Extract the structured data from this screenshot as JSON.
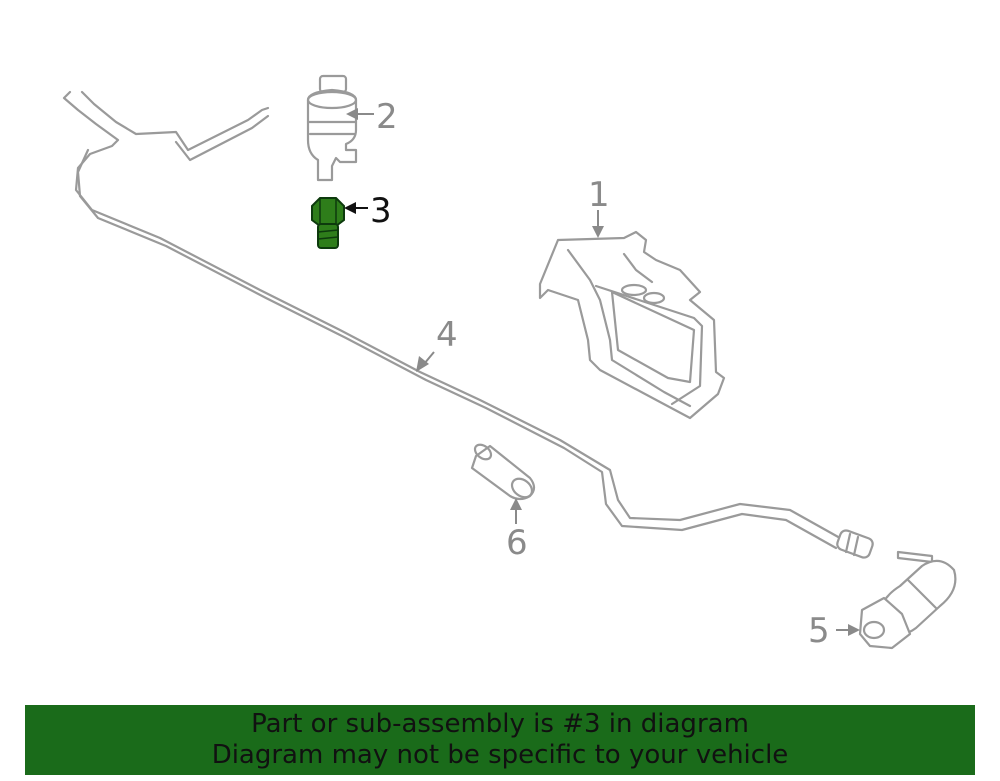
{
  "callouts": {
    "c1": "1",
    "c2": "2",
    "c3": "3",
    "c4": "4",
    "c5": "5",
    "c6": "6"
  },
  "highlighted_part": "3",
  "colors": {
    "highlight": "#2e7d1a",
    "banner": "#1a6b1a",
    "line_art": "#9a9a9a"
  },
  "banner": {
    "line1": "Part or sub-assembly is #3 in diagram",
    "line2": "Diagram may not be specific to your vehicle"
  }
}
